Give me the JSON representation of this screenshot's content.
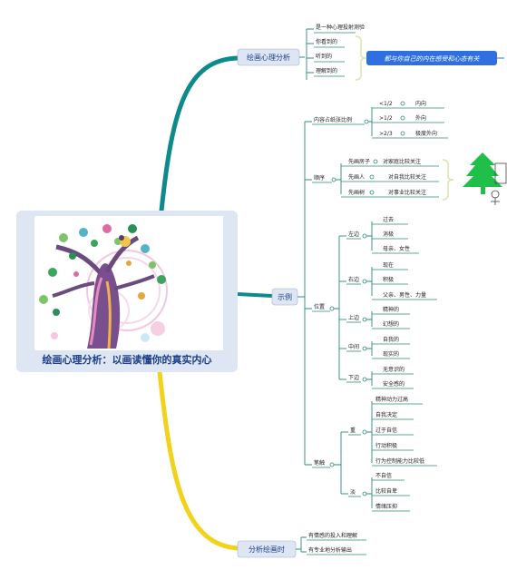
{
  "center": {
    "title": "绘画心理分析：以画读懂你的真实内心"
  },
  "branch_psych": {
    "label": "绘画心理分析",
    "items": [
      "是一种心理投射测验",
      "你看到的",
      "听到的",
      "理解到的"
    ],
    "summary": "都与你自己的内在感受和心态有关"
  },
  "branch_examples": {
    "label": "示例",
    "proportion": {
      "label": "内容占纸张比例",
      "rows": [
        {
          "ratio": "<1/2",
          "meaning": "内向"
        },
        {
          "ratio": ">1/2",
          "meaning": "外向"
        },
        {
          "ratio": ">2/3",
          "meaning": "极度外向"
        }
      ]
    },
    "order": {
      "label": "顺序",
      "rows": [
        {
          "first": "先画房子",
          "meaning": "对家庭比较关注"
        },
        {
          "first": "先画人",
          "meaning": "对自我比较关注"
        },
        {
          "first": "先画树",
          "meaning": "对事业比较关注"
        }
      ]
    },
    "position": {
      "label": "位置",
      "groups": [
        {
          "label": "左边",
          "items": [
            "过去",
            "消极",
            "母亲、女性"
          ]
        },
        {
          "label": "右边",
          "items": [
            "现在",
            "积极",
            "父亲、男性、力量"
          ]
        },
        {
          "label": "上边",
          "items": [
            "精神的",
            "幻想的"
          ]
        },
        {
          "label": "中间",
          "items": [
            "自我的",
            "现实的"
          ]
        },
        {
          "label": "下边",
          "items": [
            "无意识的",
            "安全感的"
          ]
        }
      ]
    },
    "stroke": {
      "label": "笔触",
      "groups": [
        {
          "label": "重",
          "items": [
            "精神动力过高",
            "自我决定",
            "过于自信",
            "行动积极",
            "行为控制能力比较低"
          ]
        },
        {
          "label": "淡",
          "items": [
            "不自信",
            "比较自卑",
            "情绪压抑"
          ]
        }
      ]
    }
  },
  "branch_analysis": {
    "label": "分析绘画时",
    "items": [
      "有情感的投入和理解",
      "有专业地分析输出"
    ]
  },
  "colors": {
    "teal": "#0e8a8a",
    "yellow": "#f2d21b",
    "node_bg": "#dde6f2",
    "summary_bg": "#2f6fe0"
  }
}
